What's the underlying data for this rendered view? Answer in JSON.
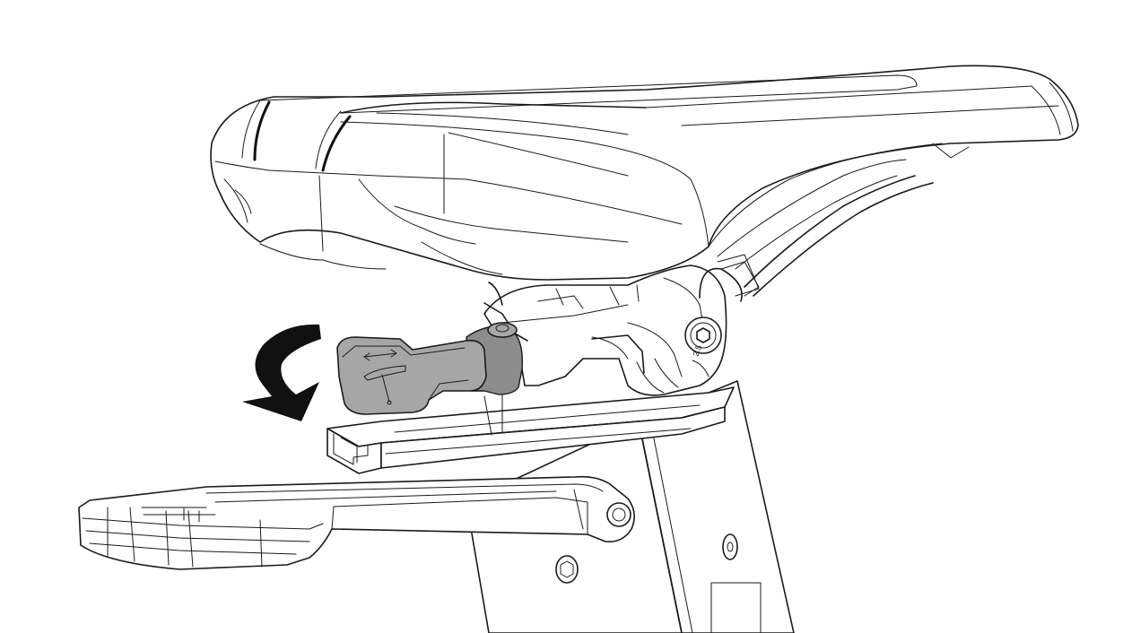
{
  "figure": {
    "subject": "saddle-accessory-mount-diagram",
    "highlight_fill": "#a6a6a6",
    "line_color": "#1a1a1a",
    "arrow_color": "#111111",
    "arrow_direction": "counter-clockwise"
  },
  "labels": {
    "bolt_marking": "2.5"
  }
}
